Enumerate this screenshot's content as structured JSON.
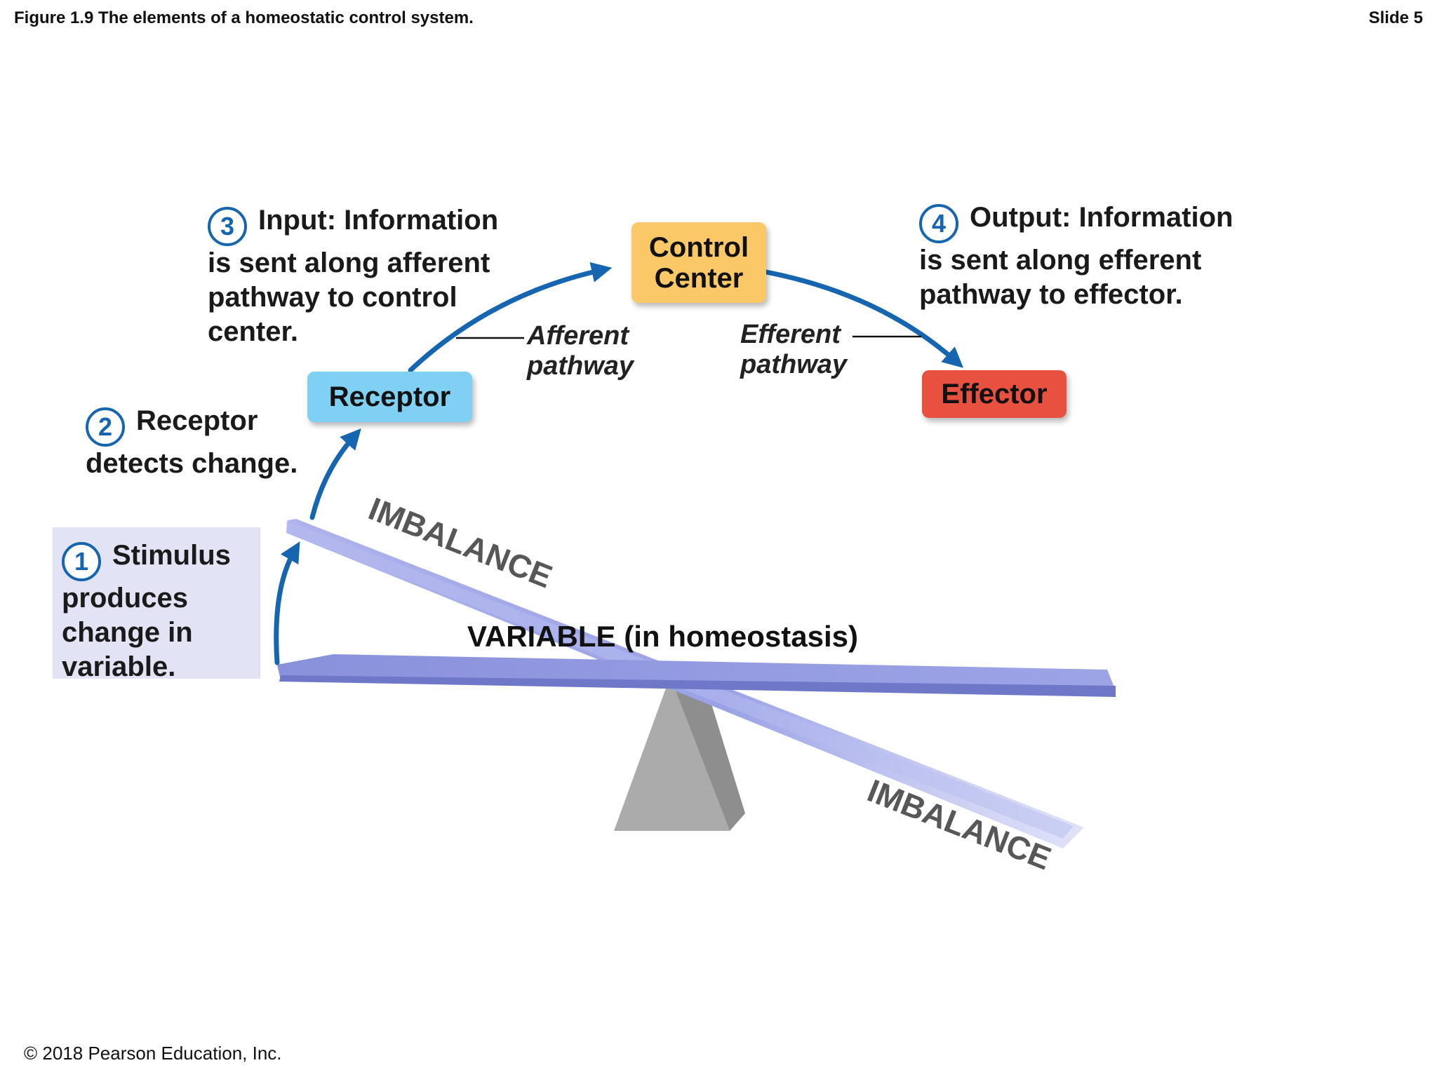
{
  "header": {
    "title": "Figure 1.9 The elements of a homeostatic control system.",
    "slide": "Slide 5"
  },
  "steps": [
    {
      "num": "1",
      "lead": "Stimulus",
      "rest": [
        "produces",
        "change in",
        "variable."
      ]
    },
    {
      "num": "2",
      "lead": "Receptor",
      "rest": [
        "detects change."
      ]
    },
    {
      "num": "3",
      "lead": "Input:",
      "lead_rest": " Information",
      "rest": [
        "is sent along afferent",
        "pathway to control",
        "center."
      ]
    },
    {
      "num": "4",
      "lead": "Output:",
      "lead_rest": " Information",
      "rest": [
        "is sent along efferent",
        "pathway to effector."
      ]
    }
  ],
  "nodes": {
    "receptor": {
      "label": "Receptor",
      "color": "#7fd0f3"
    },
    "control_center": {
      "line1": "Control",
      "line2": "Center",
      "color": "#fbc867"
    },
    "effector": {
      "label": "Effector",
      "color": "#e8513f"
    }
  },
  "pathways": {
    "afferent": {
      "line1": "Afferent",
      "line2": "pathway"
    },
    "efferent": {
      "line1": "Efferent",
      "line2": "pathway"
    }
  },
  "seesaw": {
    "variable_label": "VARIABLE (in homeostasis)",
    "imbalance_top": "IMBALANCE",
    "imbalance_bottom": "IMBALANCE",
    "beam_color": "#8f96e0",
    "fulcrum_color": "#a9a9a9"
  },
  "arrow_color": "#1565b0",
  "footer": "© 2018 Pearson Education, Inc."
}
